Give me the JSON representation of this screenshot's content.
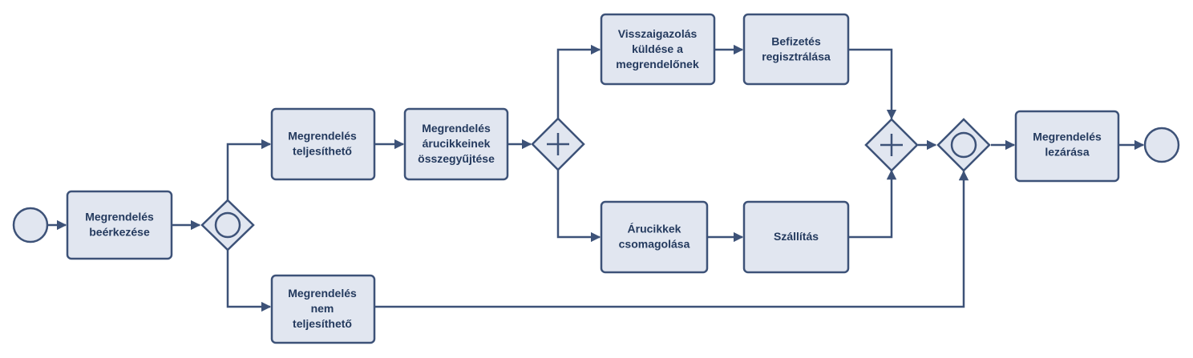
{
  "tasks": {
    "receive": [
      "Megrendelés",
      "beérkezése"
    ],
    "feasible": [
      "Megrendelés",
      "teljesíthető"
    ],
    "collect": [
      "Megrendelés",
      "árucikkeinek",
      "összegyűjtése"
    ],
    "confirm": [
      "Visszaigazolás",
      "küldése a",
      "megrendelőnek"
    ],
    "payment": [
      "Befizetés",
      "regisztrálása"
    ],
    "packing": [
      "Árucikkek",
      "csomagolása"
    ],
    "shipping": [
      "Szállítás"
    ],
    "not_feasible": [
      "Megrendelés",
      "nem",
      "teljesíthető"
    ],
    "close": [
      "Megrendelés",
      "lezárása"
    ]
  },
  "gateways": {
    "split_feasibility": "inclusive",
    "parallel_split": "parallel",
    "parallel_join": "parallel",
    "merge": "inclusive"
  },
  "events": {
    "start": "start-event",
    "end": "end-event"
  },
  "colors": {
    "fill": "#e1e6f0",
    "stroke": "#3d5278",
    "text": "#243a5e"
  }
}
